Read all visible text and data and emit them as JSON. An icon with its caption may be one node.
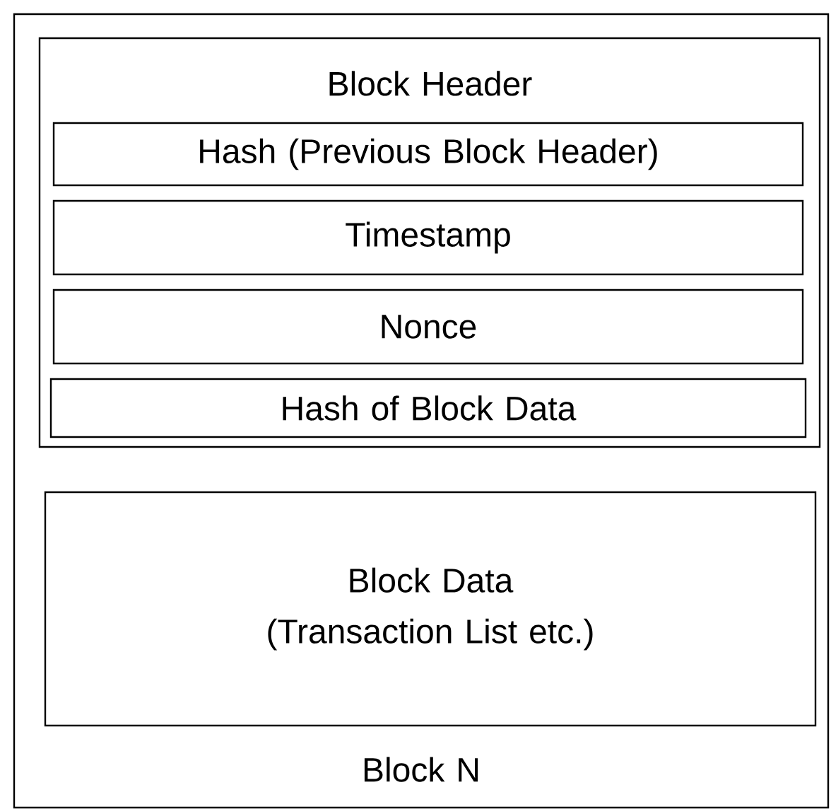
{
  "diagram": {
    "nodes": [
      {
        "text": [
          "Block N"
        ]
      },
      {
        "text": [
          "Block Header"
        ],
        "in": 0
      },
      {
        "text": [
          "Hash (Previous Block Header)"
        ],
        "in": 1
      },
      {
        "text": [
          "Timestamp"
        ],
        "in": 1
      },
      {
        "text": [
          "Nonce"
        ],
        "in": 1
      },
      {
        "text": [
          "Hash of Block Data"
        ],
        "in": 1
      },
      {
        "text": [
          "Block Data (Transaction List etc.)"
        ],
        "in": 0
      }
    ]
  }
}
